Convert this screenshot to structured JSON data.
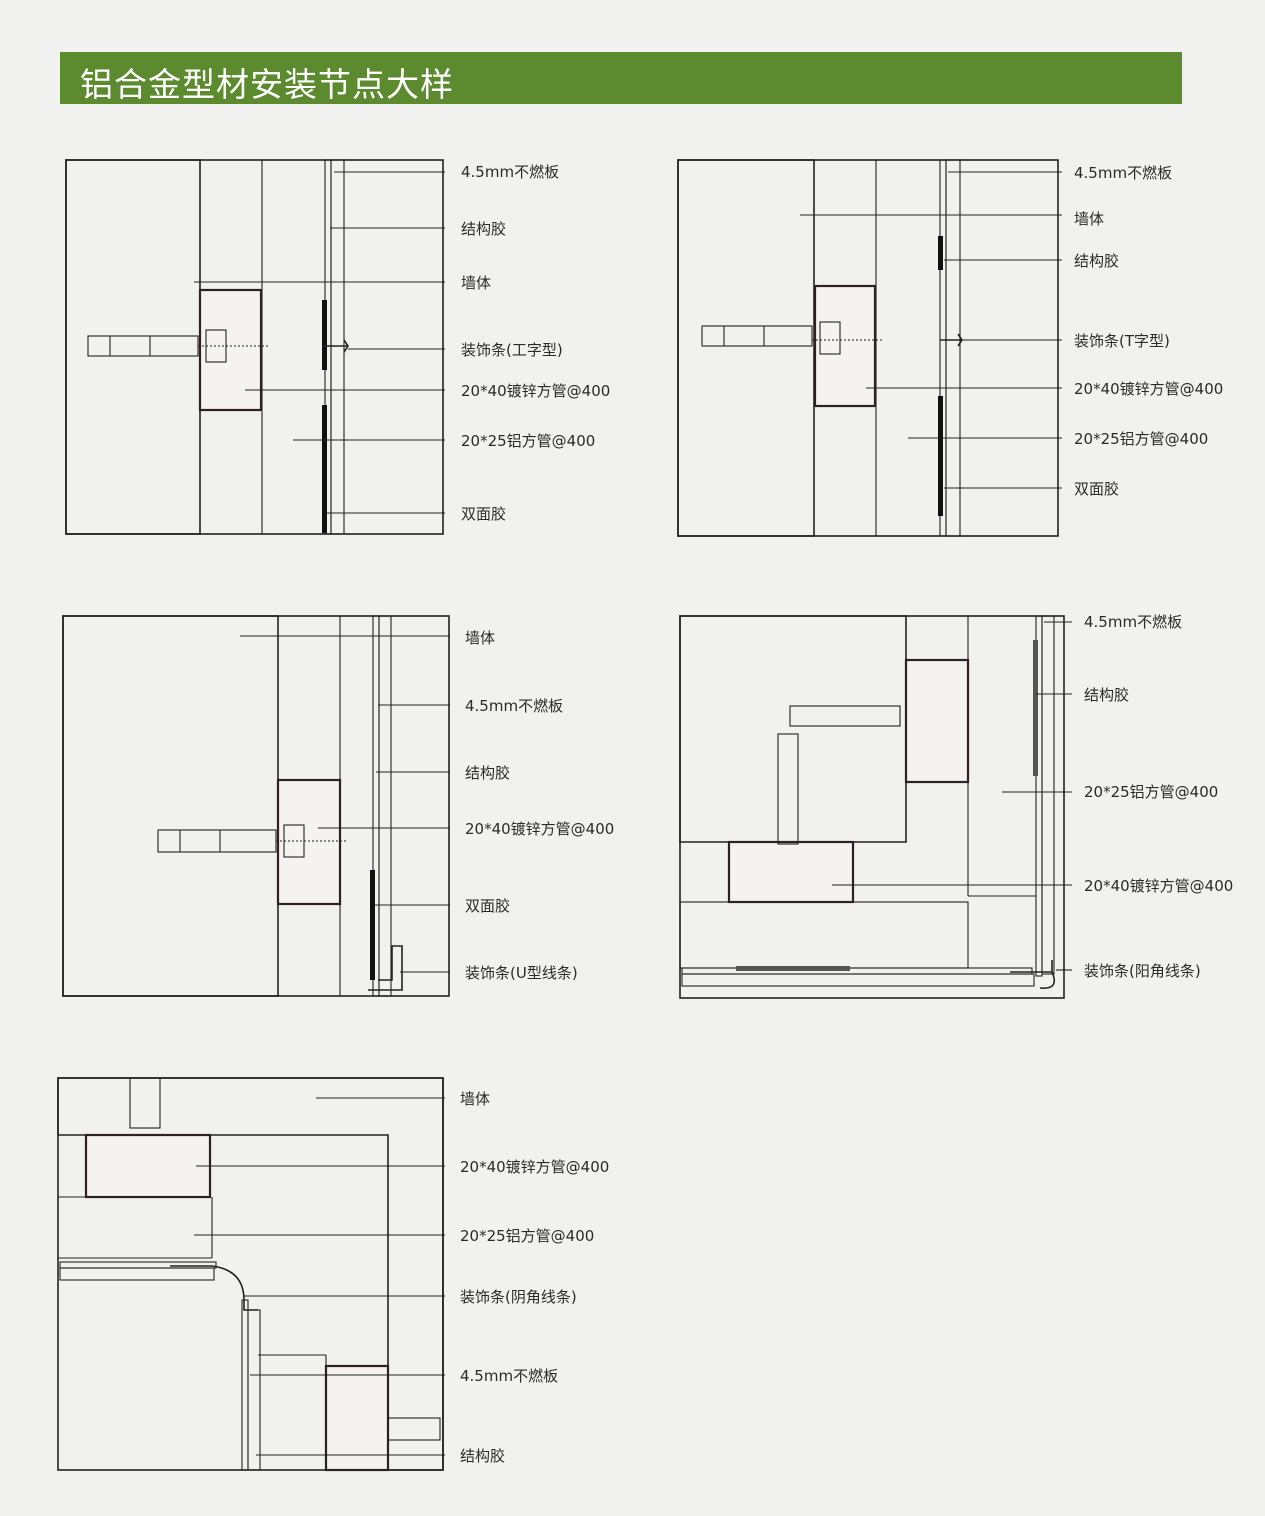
{
  "header": {
    "title": "铝合金型材安装节点大样",
    "color": "#5c8a2e"
  },
  "details": [
    {
      "id": "detail-1",
      "labels": [
        "4.5mm不燃板",
        "结构胶",
        "墙体",
        "装饰条(工字型)",
        "20*40镀锌方管@400",
        "20*25铝方管@400",
        "双面胶"
      ]
    },
    {
      "id": "detail-2",
      "labels": [
        "4.5mm不燃板",
        "墙体",
        "结构胶",
        "装饰条(T字型)",
        "20*40镀锌方管@400",
        "20*25铝方管@400",
        "双面胶"
      ]
    },
    {
      "id": "detail-3",
      "labels": [
        "墙体",
        "4.5mm不燃板",
        "结构胶",
        "20*40镀锌方管@400",
        "双面胶",
        "装饰条(U型线条)"
      ]
    },
    {
      "id": "detail-4",
      "labels": [
        "4.5mm不燃板",
        "结构胶",
        "20*25铝方管@400",
        "20*40镀锌方管@400",
        "装饰条(阳角线条)"
      ]
    },
    {
      "id": "detail-5",
      "labels": [
        "墙体",
        "20*40镀锌方管@400",
        "20*25铝方管@400",
        "装饰条(阴角线条)",
        "4.5mm不燃板",
        "结构胶"
      ]
    }
  ]
}
